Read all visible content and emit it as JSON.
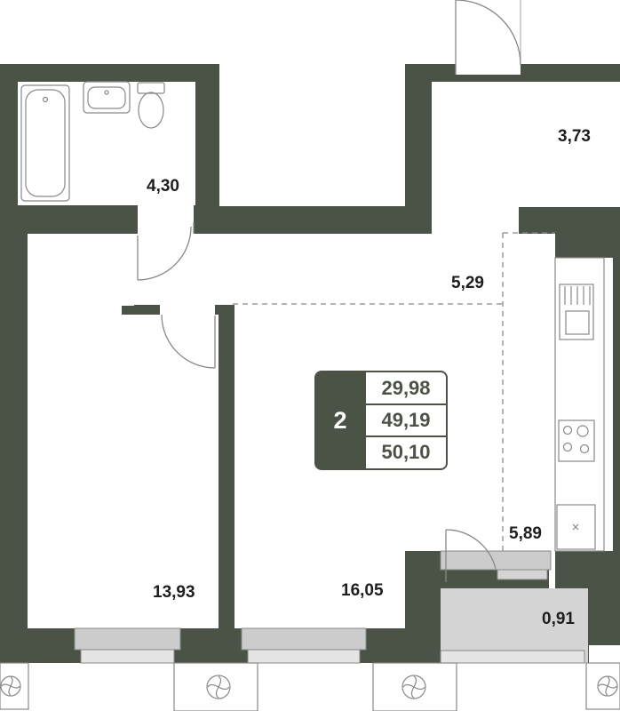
{
  "plan": {
    "colors": {
      "wall": "#4b5347",
      "background": "#ffffff",
      "balcony_fill": "#d4d4d4",
      "window_fill": "#cccccc",
      "fixture_stroke": "#888888"
    },
    "summary": {
      "rooms": "2",
      "living_area": "29,98",
      "total_area": "49,19",
      "total_area_with_balcony": "50,10"
    },
    "room_areas": {
      "bathroom": "4,30",
      "storage": "3,73",
      "hallway": "5,29",
      "kitchen": "5,89",
      "bedroom": "13,93",
      "living_room": "16,05",
      "balcony": "0,91"
    },
    "icons": [
      "bathtub-icon",
      "sink-icon",
      "toilet-icon",
      "kitchen-sink-icon",
      "stove-icon",
      "hood-icon",
      "ac-unit-icon"
    ]
  }
}
